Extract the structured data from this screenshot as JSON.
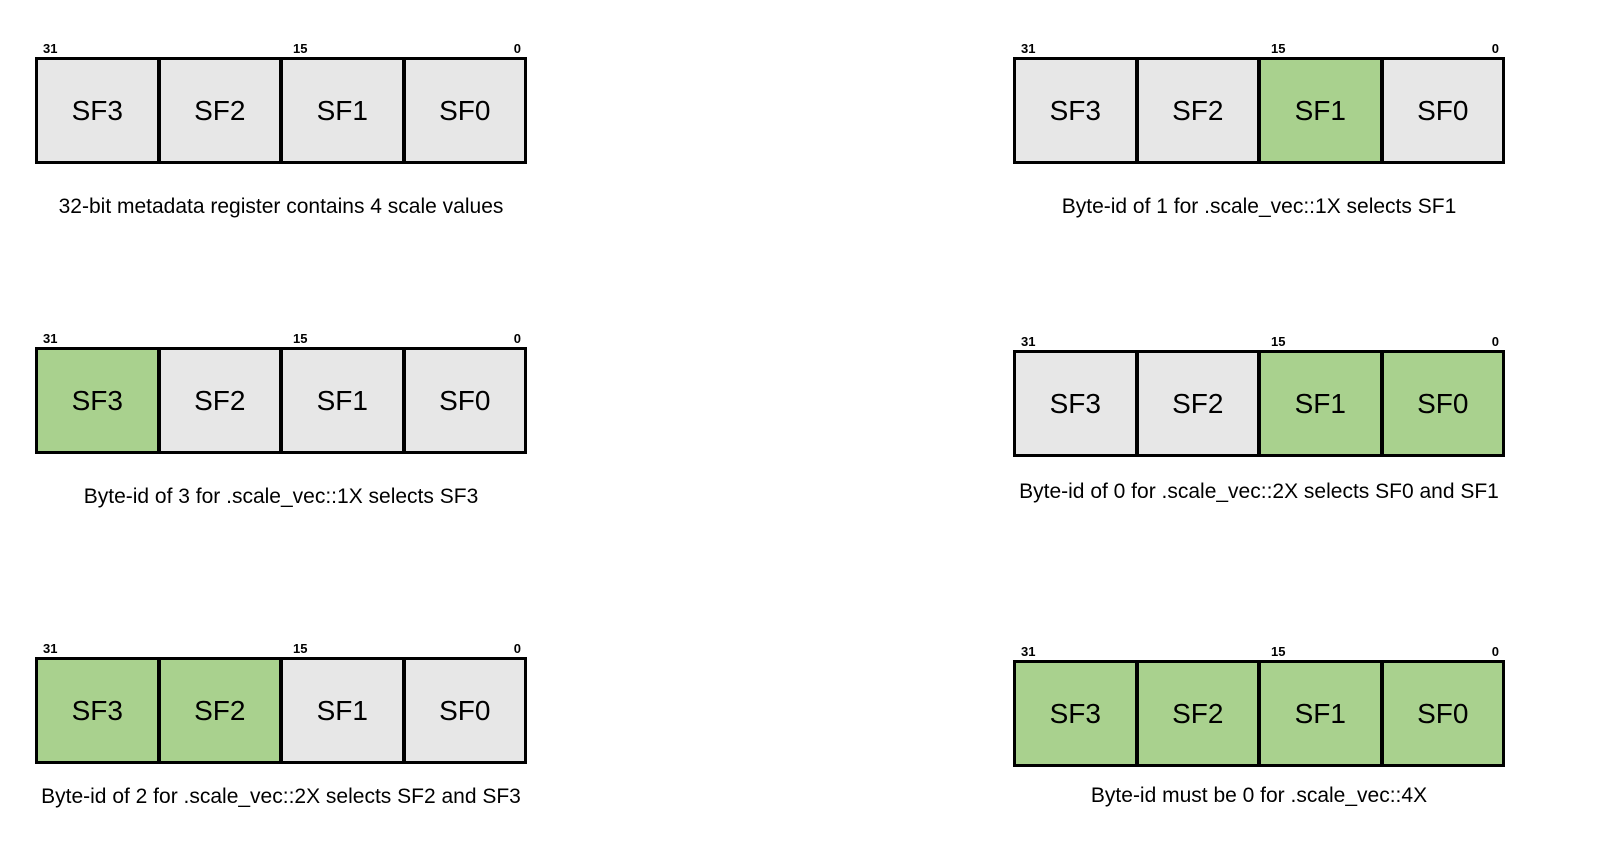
{
  "page": {
    "background": "#ffffff"
  },
  "colors": {
    "cell_fill": "#e7e7e7",
    "cell_highlight": "#a9d18e",
    "border": "#000000",
    "text": "#000000"
  },
  "register": {
    "bit_labels": [
      "31",
      "15",
      "0"
    ],
    "fields": [
      "SF3",
      "SF2",
      "SF1",
      "SF0"
    ]
  },
  "figures": [
    {
      "caption": "32-bit metadata register contains 4 scale values",
      "highlighted": []
    },
    {
      "caption": "Byte-id of 1 for .scale_vec::1X selects SF1",
      "highlighted": [
        "SF1"
      ]
    },
    {
      "caption": "Byte-id of 3 for .scale_vec::1X selects SF3",
      "highlighted": [
        "SF3"
      ]
    },
    {
      "caption": "Byte-id of 0 for .scale_vec::2X selects SF0 and SF1",
      "highlighted": [
        "SF0",
        "SF1"
      ]
    },
    {
      "caption": "Byte-id of 2 for .scale_vec::2X selects SF2 and SF3",
      "highlighted": [
        "SF2",
        "SF3"
      ]
    },
    {
      "caption": "Byte-id must be 0 for .scale_vec::4X",
      "highlighted": [
        "SF3",
        "SF2",
        "SF1",
        "SF0"
      ]
    }
  ]
}
